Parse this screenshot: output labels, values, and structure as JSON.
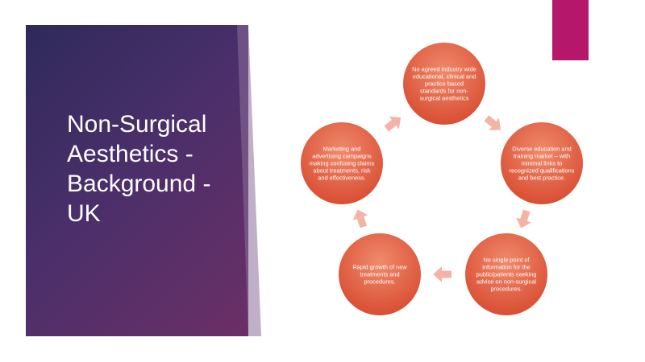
{
  "slide": {
    "title": "Non-Surgical Aesthetics - Background - UK",
    "colors": {
      "panel_start": "#2e2a5a",
      "panel_end": "#6b2f66",
      "accent_tab": "#b5176b",
      "node_fill": "#e8644a",
      "arrow_fill": "#f4b3a5"
    }
  },
  "cycle": {
    "nodes": [
      {
        "id": "n1",
        "text": "No agreed industry wide educational, clinical and practice based standards for non-surgical aesthetics"
      },
      {
        "id": "n2",
        "text": "Diverse education and training market – with minimal links to recognized qualifications and best practice."
      },
      {
        "id": "n3",
        "text": "No single point of information for the public/patients seeking advice on non-surgical procedures."
      },
      {
        "id": "n4",
        "text": "Rapid growth of new treatments and procedures."
      },
      {
        "id": "n5",
        "text": "Marketing and advertising campaigns making confusing claims about treatments, risk and effectiveness."
      }
    ]
  }
}
